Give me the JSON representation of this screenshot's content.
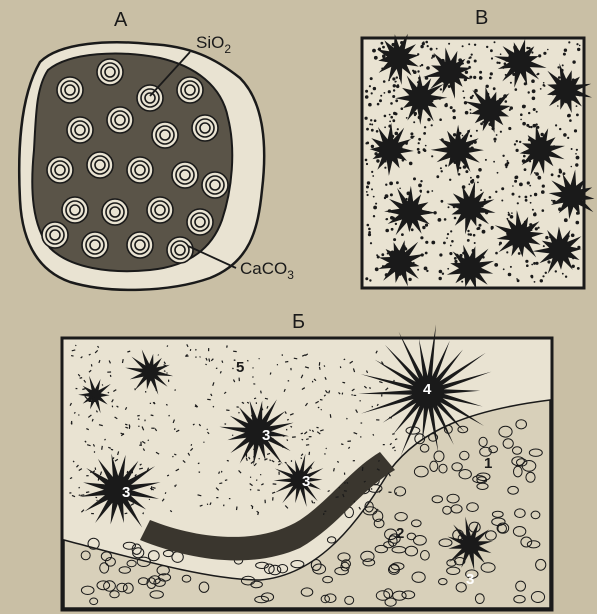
{
  "panels": {
    "a": {
      "label": "А",
      "annotations": {
        "silica": "SiO",
        "silica_sub": "2",
        "carbonate": "CaCO",
        "carbonate_sub": "3"
      }
    },
    "b": {
      "label": "Б",
      "numbers": [
        "1",
        "2",
        "3",
        "3",
        "3",
        "4",
        "5",
        "6",
        "2",
        "3"
      ]
    },
    "v": {
      "label": "В"
    }
  },
  "colors": {
    "background": "#c9bfa5",
    "ink": "#1a1a1a",
    "paper": "#e9e3d2"
  }
}
